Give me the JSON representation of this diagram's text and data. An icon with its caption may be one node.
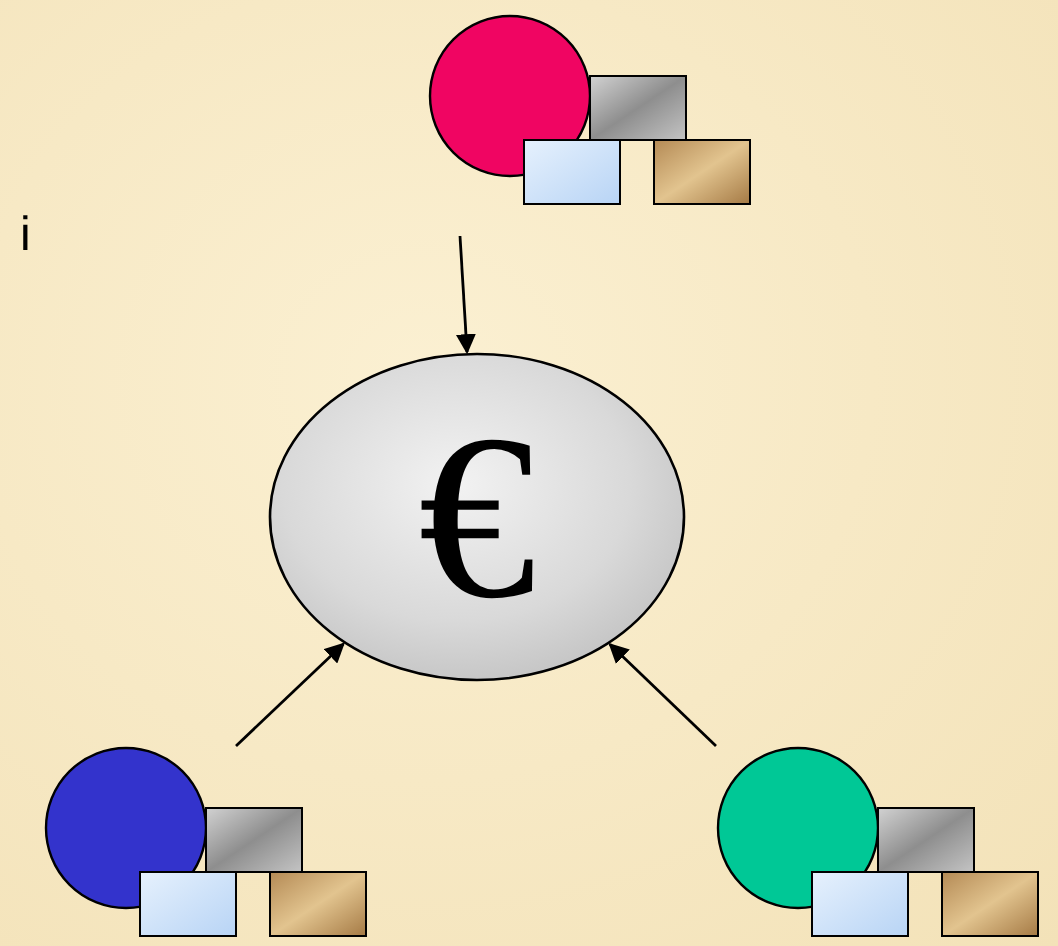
{
  "diagram": {
    "nodes": [
      {
        "text": [],
        "shape": "circle"
      },
      {
        "text": [
          "€"
        ]
      },
      {
        "text": [],
        "shape": "circle"
      },
      {
        "text": [],
        "shape": "circle"
      }
    ],
    "edges": [
      {
        "from": 0,
        "to": 1,
        "arrow": "to"
      },
      {
        "from": 2,
        "to": 1,
        "arrow": "to"
      },
      {
        "from": 3,
        "to": 1,
        "arrow": "to"
      }
    ],
    "labels": [
      "i"
    ]
  }
}
